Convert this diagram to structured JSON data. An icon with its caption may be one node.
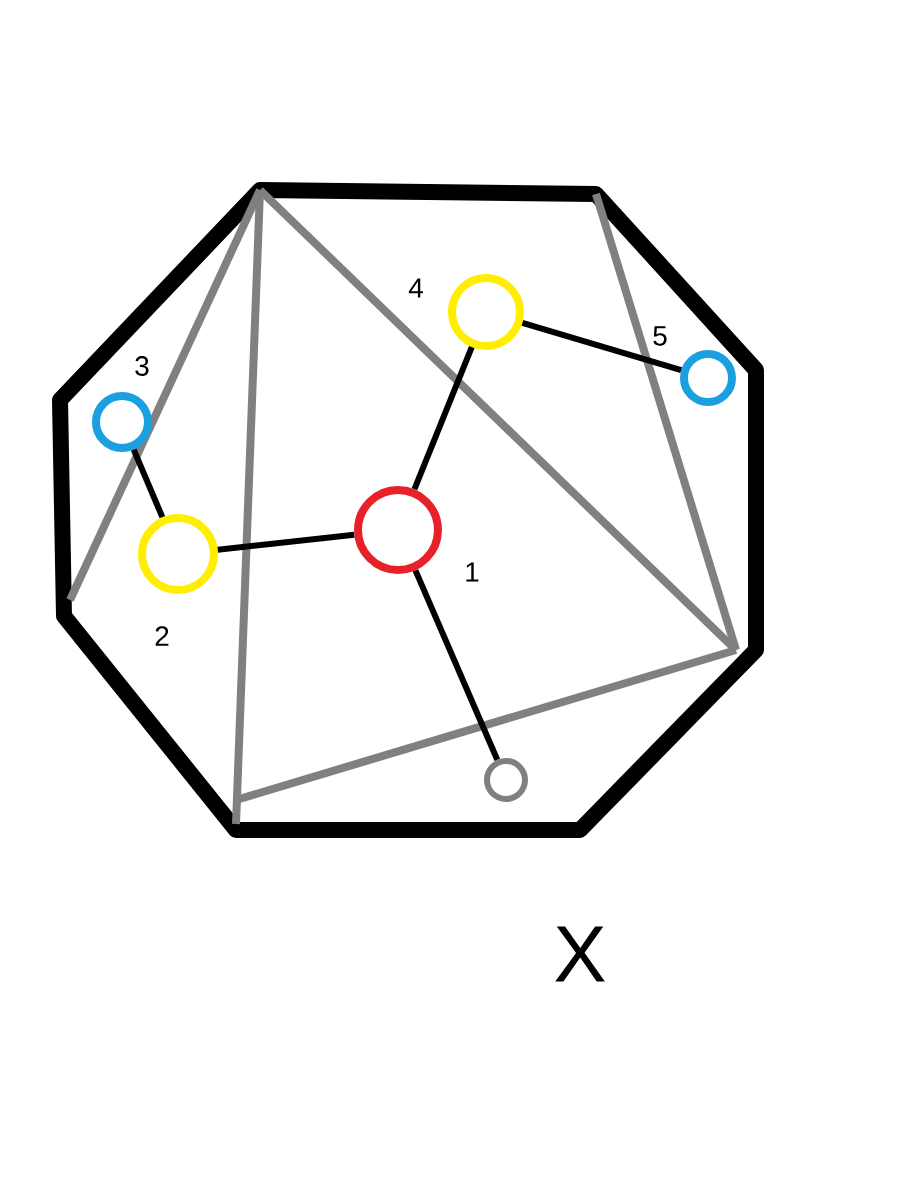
{
  "diagram": {
    "nodes": [
      {
        "text": [],
        "shape": "circle",
        "beside": [
          "1"
        ]
      },
      {
        "text": [],
        "shape": "circle",
        "beside": [
          "2"
        ]
      },
      {
        "text": [],
        "shape": "circle",
        "beside": [
          "3"
        ]
      },
      {
        "text": [],
        "shape": "circle",
        "beside": [
          "4"
        ]
      },
      {
        "text": [],
        "shape": "circle",
        "beside": [
          "5"
        ]
      },
      {
        "text": [],
        "shape": "circle"
      }
    ],
    "edges": [
      {
        "from": 1,
        "to": 0,
        "arrow": "none"
      },
      {
        "from": 2,
        "to": 1,
        "arrow": "none"
      },
      {
        "from": 3,
        "to": 0,
        "arrow": "none"
      },
      {
        "from": 3,
        "to": 4,
        "arrow": "none"
      },
      {
        "from": 0,
        "to": 5,
        "arrow": "none"
      }
    ],
    "labels": [
      "X"
    ]
  }
}
